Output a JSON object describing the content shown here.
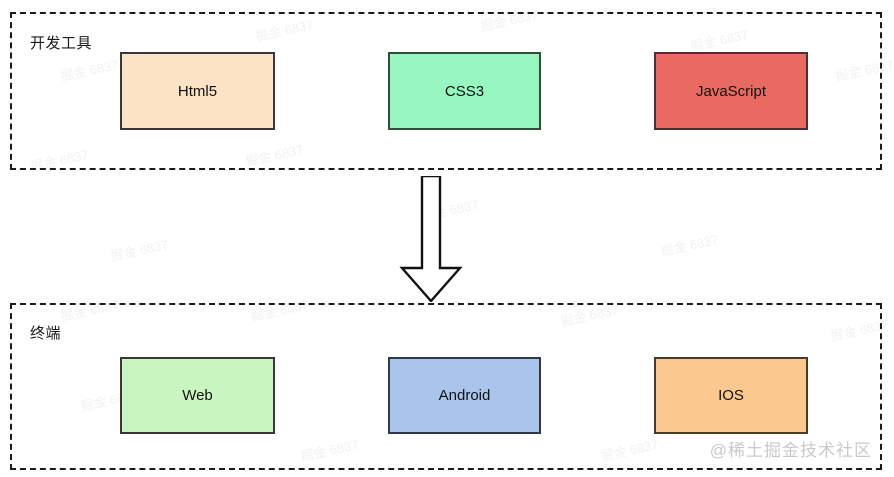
{
  "diagram": {
    "groups": [
      {
        "id": "dev-tools",
        "label": "开发工具",
        "nodes": [
          {
            "id": "html5",
            "label": "Html5",
            "fill": "#fce3c5",
            "stroke": "#3d3636"
          },
          {
            "id": "css3",
            "label": "CSS3",
            "fill": "#96f7c0",
            "stroke": "#2f4f3a"
          },
          {
            "id": "javascript",
            "label": "JavaScript",
            "fill": "#e96a60",
            "stroke": "#4a2f33"
          }
        ]
      },
      {
        "id": "terminal",
        "label": "终端",
        "nodes": [
          {
            "id": "web",
            "label": "Web",
            "fill": "#c9f5c0",
            "stroke": "#3d3636"
          },
          {
            "id": "android",
            "label": "Android",
            "fill": "#a9c5ec",
            "stroke": "#30384a"
          },
          {
            "id": "ios",
            "label": "IOS",
            "fill": "#fbc98d",
            "stroke": "#4a3a28"
          }
        ]
      }
    ],
    "connector": {
      "id": "dev-to-terminal-arrow",
      "type": "block-arrow",
      "direction": "down",
      "stroke": "#111111",
      "fill": "#ffffff"
    },
    "watermark": {
      "brand": "@稀土掘金技术社区",
      "tile": "掘金 6837"
    }
  }
}
